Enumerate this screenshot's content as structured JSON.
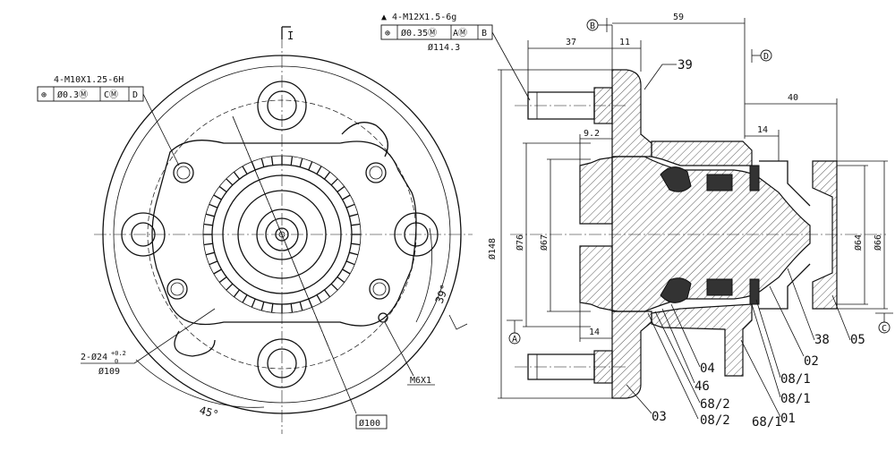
{
  "front_view": {
    "thread_note_top": "4-M10X1.25-6H",
    "fcf_left": {
      "symbol": "⊕",
      "tolerance": "Ø0.3Ⓜ",
      "datum1": "CⓂ",
      "datum2": "D"
    },
    "hole_note_main": "2-Ø24",
    "hole_note_tol_plus": "+0.2",
    "hole_note_tol_zero": "0",
    "hole_note_pcd": "Ø109",
    "thread_small": "M6X1",
    "angle_39": "39°",
    "angle_45": "45°",
    "boxed_dim": "Ø100",
    "section_mark": "I"
  },
  "side_view": {
    "thread_note": "▲ 4-M12X1.5-6g",
    "fcf": {
      "symbol": "⊕",
      "tolerance": "Ø0.35Ⓜ",
      "datum1": "AⓂ",
      "datum2": "B"
    },
    "pcd": "Ø114.3",
    "datum_b": "B",
    "datum_d": "D",
    "datum_a": "A",
    "datum_c": "C",
    "dims": {
      "d59": "59",
      "d37": "37",
      "d11": "11",
      "d40": "40",
      "d14_top": "14",
      "d9_2": "9.2",
      "d14_bottom": "14",
      "dia148": "Ø148",
      "dia76": "Ø76",
      "dia67": "Ø67",
      "dia64": "Ø64",
      "dia66": "Ø66"
    },
    "parts": {
      "p39": "39",
      "p38": "38",
      "p05": "05",
      "p02": "02",
      "p04": "04",
      "p46": "46",
      "p68_2a": "68/2",
      "p08_2": "08/2",
      "p08_1a": "08/1",
      "p08_1b": "08/1",
      "p68_1": "68/1",
      "p01": "01",
      "p03": "03"
    }
  }
}
